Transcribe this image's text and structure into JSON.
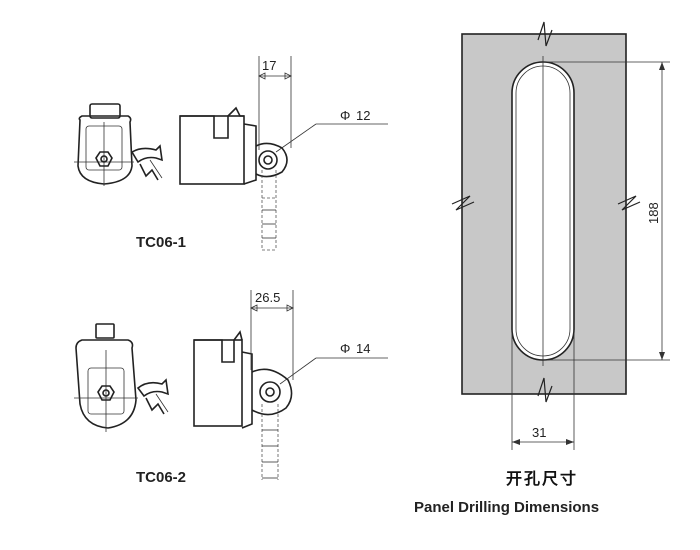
{
  "tc06_1": {
    "model": "TC06-1",
    "width_dim": "17",
    "diameter_symbol": "Φ",
    "diameter": "12"
  },
  "tc06_2": {
    "model": "TC06-2",
    "width_dim": "26.5",
    "diameter_symbol": "Φ",
    "diameter": "14"
  },
  "panel": {
    "height_dim": "188",
    "width_dim": "31",
    "title_cn": "开孔尺寸",
    "title_en": "Panel Drilling Dimensions",
    "fill_color": "#c8c8c8"
  }
}
